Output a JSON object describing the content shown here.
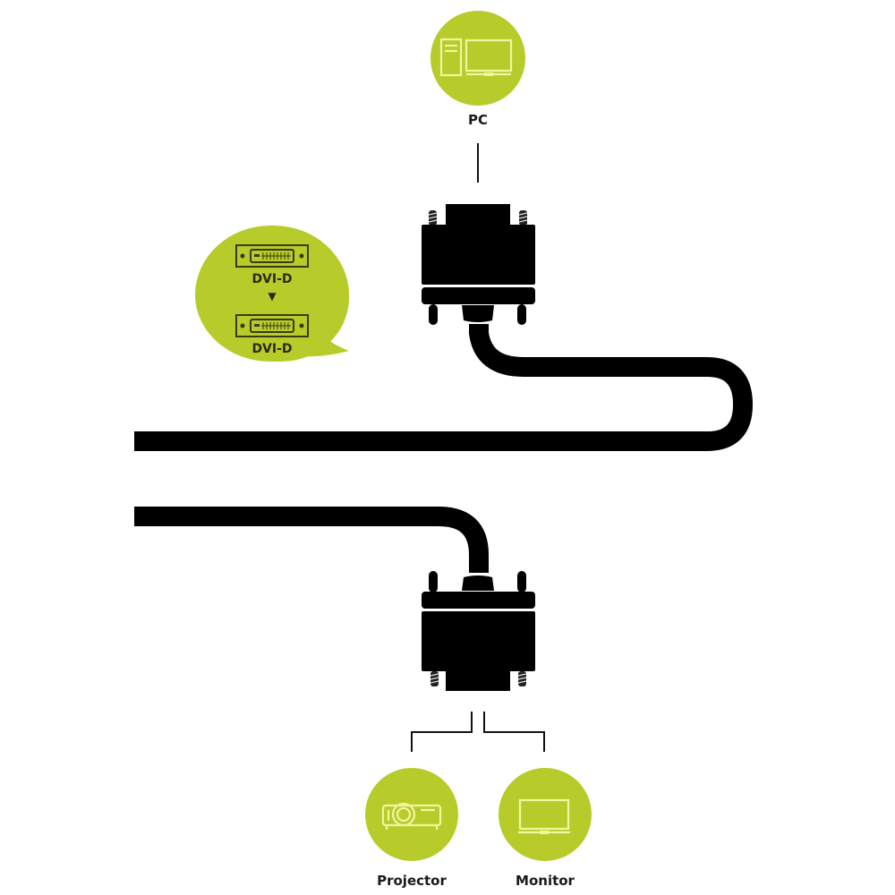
{
  "colors": {
    "accent_green": "#b7cc2a",
    "icon_line": "#f2f5a0",
    "cable": "#000000",
    "text": "#1a1a1a"
  },
  "source": {
    "label": "PC",
    "icon": "desktop-pc-icon"
  },
  "spec_bubble": {
    "from_connector": "DVI-D",
    "arrow": "▼",
    "to_connector": "DVI-D",
    "icon": "dvi-port-icon"
  },
  "targets": [
    {
      "label": "Projector",
      "icon": "projector-icon"
    },
    {
      "label": "Monitor",
      "icon": "monitor-icon"
    }
  ]
}
